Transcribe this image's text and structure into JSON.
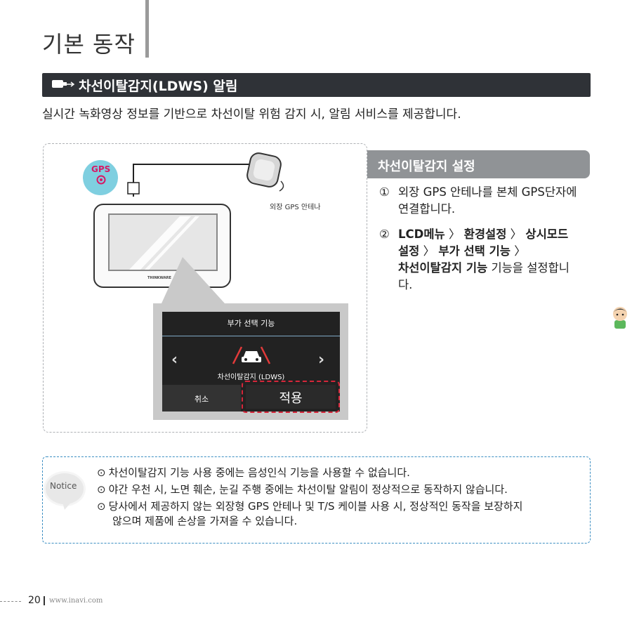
{
  "header": {
    "chapter": "기본 동작"
  },
  "section": {
    "title": "차선이탈감지(LDWS) 알림"
  },
  "intro": "실시간 녹화영상 정보를 기반으로 차선이탈 위험 감지 시, 알림 서비스를 제공합니다.",
  "illustration": {
    "gps_badge": "GPS",
    "antenna_label": "외장 GPS 안테나",
    "device_brand": "THINKWARE",
    "popup": {
      "title": "부가 선택 기능",
      "function_label": "차선이탈감지 (LDWS)",
      "cancel": "취소",
      "apply": "적용"
    }
  },
  "setup": {
    "heading": "차선이탈감지 설정",
    "step1_num": "①",
    "step1_text": "외장 GPS 안테나를 본체 GPS단자에 연결합니다.",
    "step2_num": "②",
    "step2_path1": "LCD메뉴",
    "step2_path2": "환경설정",
    "step2_path3": "상시모드 설정",
    "step2_path4": "부가 선택 기능",
    "step2_sep": "〉",
    "step2_func": "차선이탈감지 기능",
    "step2_tail": "기능을 설정합니다."
  },
  "notice": {
    "label": "Notice",
    "bullet": "⊙",
    "item1": "차선이탈감지 기능 사용 중에는 음성인식 기능을 사용할 수 없습니다.",
    "item2": "야간 우천 시, 노면 훼손, 눈길 주행 중에는 차선이탈 알림이 정상적으로 동작하지 않습니다.",
    "item3a": "당사에서 제공하지 않는 외장형 GPS 안테나 및 T/S 케이블 사용 시, 정상적인 동작을 보장하지",
    "item3b": "않으며 제품에 손상을 가져올 수 있습니다."
  },
  "footer": {
    "page": "20",
    "site": "www.inavi.com"
  },
  "colors": {
    "section_bar": "#2f3237",
    "side_head": "#909396",
    "notice_border": "#3b8ec2",
    "highlight": "#d6263a",
    "gps_badge": "#7fcfe0"
  }
}
